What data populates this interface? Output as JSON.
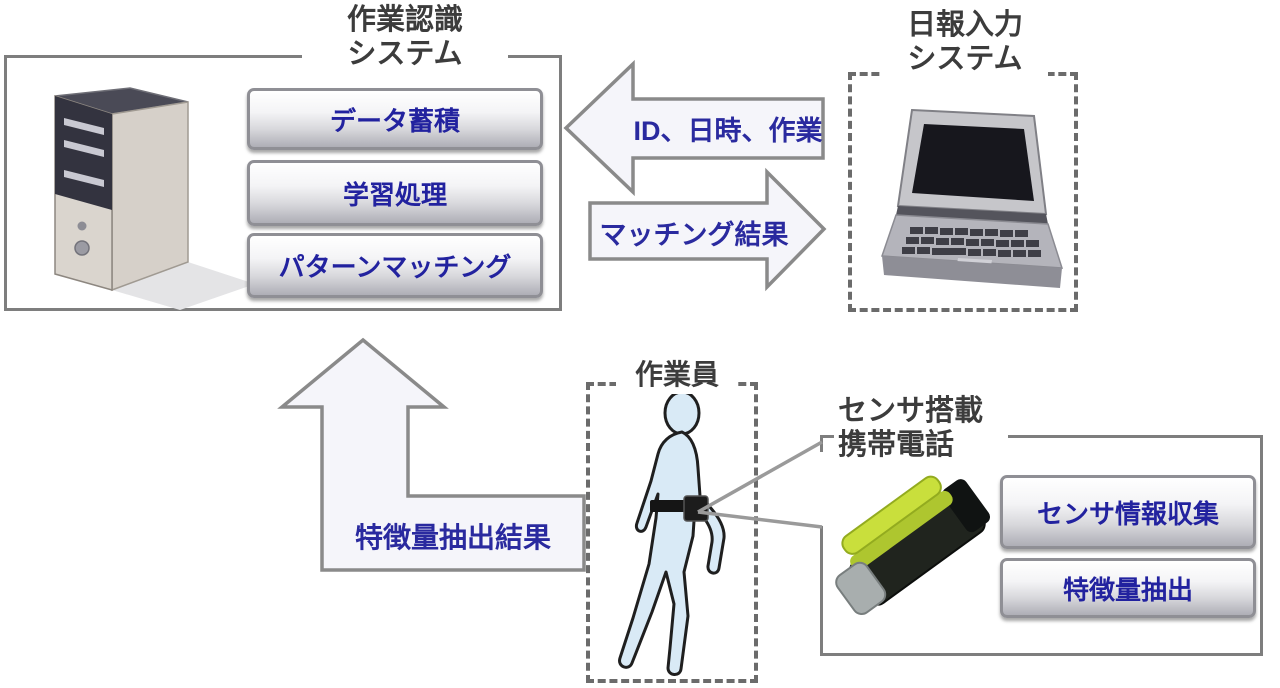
{
  "colors": {
    "module_text": "#22229f",
    "title_text": "#3c3c3c",
    "solid_border": "#7e7e7e",
    "dashed_border": "#6b6b6b",
    "arrow_fill": "#f5f5fa",
    "arrow_stroke": "#8a8a8a",
    "worker_fill": "#d9eaf6",
    "phone_green": "#c9df3c"
  },
  "work_recognition_system": {
    "title_line1": "作業認識",
    "title_line2": "システム",
    "icon": "desktop-tower",
    "modules": [
      {
        "label": "データ蓄積"
      },
      {
        "label": "学習処理"
      },
      {
        "label": "パターンマッチング"
      }
    ]
  },
  "daily_report_system": {
    "title_line1": "日報入力",
    "title_line2": "システム",
    "icon": "laptop"
  },
  "worker": {
    "title": "作業員",
    "icon": "worker-figure"
  },
  "sensor_phone": {
    "title_line1": "センサ搭載",
    "title_line2": "携帯電話",
    "icon": "sensor-mobile-phone",
    "modules": [
      {
        "label": "センサ情報収集"
      },
      {
        "label": "特徴量抽出"
      }
    ]
  },
  "flows": {
    "laptop_to_recognition": "ID、日時、作業",
    "recognition_to_laptop": "マッチング結果",
    "phone_to_recognition": "特徴量抽出結果"
  }
}
